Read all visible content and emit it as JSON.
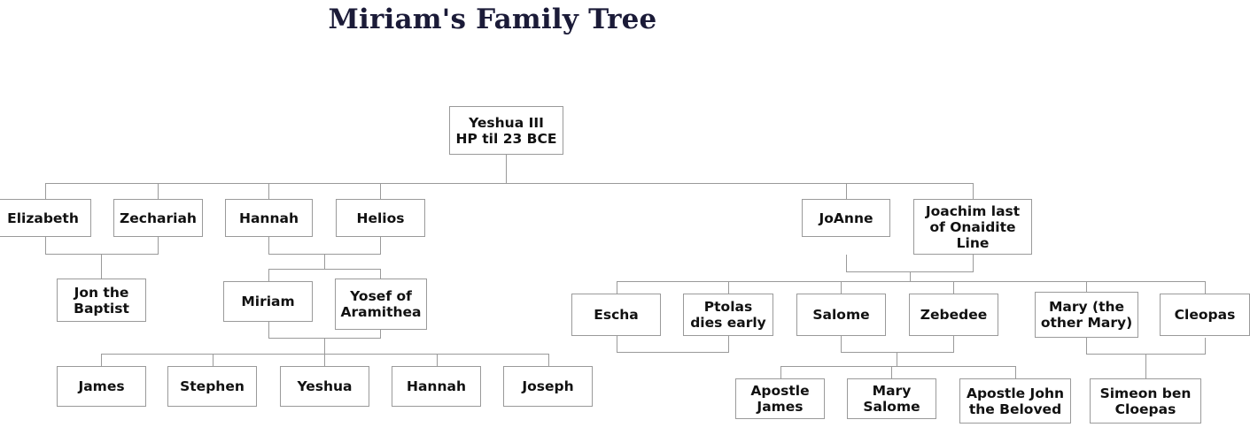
{
  "title": "Miriam's Family Tree",
  "colors": {
    "title_text": "#1b1b38",
    "node_border": "#9a9a9a",
    "node_text": "#111111",
    "edge": "#9a9a9a",
    "background": "#ffffff"
  },
  "chart_data": {
    "type": "diagram",
    "subtype": "family-tree",
    "title": "Miriam's Family Tree",
    "generations": 5,
    "nodes": [
      {
        "id": "yeshua3",
        "label": "Yeshua III\nHP til 23 BCE",
        "generation": 1
      },
      {
        "id": "elizabeth",
        "label": "Elizabeth",
        "generation": 2
      },
      {
        "id": "zechariah",
        "label": "Zechariah",
        "generation": 2
      },
      {
        "id": "hannah",
        "label": "Hannah",
        "generation": 2
      },
      {
        "id": "helios",
        "label": "Helios",
        "generation": 2
      },
      {
        "id": "joanne",
        "label": "JoAnne",
        "generation": 2
      },
      {
        "id": "joachim",
        "label": "Joachim last\nof Onaidite\nLine",
        "generation": 2
      },
      {
        "id": "jonbaptist",
        "label": "Jon the\nBaptist",
        "generation": 3
      },
      {
        "id": "miriam",
        "label": "Miriam",
        "generation": 3
      },
      {
        "id": "yosef",
        "label": "Yosef of\nAramithea",
        "generation": 3
      },
      {
        "id": "escha",
        "label": "Escha",
        "generation": 3
      },
      {
        "id": "ptolas",
        "label": "Ptolas\ndies early",
        "generation": 3
      },
      {
        "id": "salome",
        "label": "Salome",
        "generation": 3
      },
      {
        "id": "zebedee",
        "label": "Zebedee",
        "generation": 3
      },
      {
        "id": "marytheother",
        "label": "Mary (the\nother Mary)",
        "generation": 3
      },
      {
        "id": "cleopas",
        "label": "Cleopas",
        "generation": 3
      },
      {
        "id": "james",
        "label": "James",
        "generation": 4
      },
      {
        "id": "stephen",
        "label": "Stephen",
        "generation": 4
      },
      {
        "id": "yeshua",
        "label": "Yeshua",
        "generation": 4
      },
      {
        "id": "hannah2",
        "label": "Hannah",
        "generation": 4
      },
      {
        "id": "joseph",
        "label": "Joseph",
        "generation": 4
      },
      {
        "id": "apostlejames",
        "label": "Apostle\nJames",
        "generation": 4
      },
      {
        "id": "marysalome",
        "label": "Mary\nSalome",
        "generation": 4
      },
      {
        "id": "apostlejohn",
        "label": "Apostle John\nthe Beloved",
        "generation": 4
      },
      {
        "id": "simeon",
        "label": "Simeon ben\nCloepas",
        "generation": 4
      }
    ],
    "unions": [
      {
        "partners": [
          "elizabeth",
          "zechariah"
        ],
        "children": [
          "jonbaptist"
        ]
      },
      {
        "partners": [
          "hannah",
          "helios"
        ],
        "children": [
          "miriam",
          "yosef"
        ]
      },
      {
        "partners": [
          "joanne",
          "joachim"
        ],
        "children": [
          "escha",
          "ptolas",
          "salome",
          "zebedee",
          "marytheother",
          "cleopas"
        ]
      },
      {
        "partners": [
          "miriam",
          "yosef"
        ],
        "children": [
          "james",
          "stephen",
          "yeshua",
          "hannah2",
          "joseph"
        ]
      },
      {
        "partners": [
          "salome",
          "zebedee"
        ],
        "children": [
          "apostlejames",
          "marysalome",
          "apostlejohn"
        ]
      },
      {
        "partners": [
          "marytheother",
          "cleopas"
        ],
        "children": [
          "simeon"
        ]
      }
    ],
    "root": "yeshua3",
    "root_children": [
      "elizabeth",
      "zechariah",
      "hannah",
      "helios",
      "joanne",
      "joachim"
    ]
  }
}
